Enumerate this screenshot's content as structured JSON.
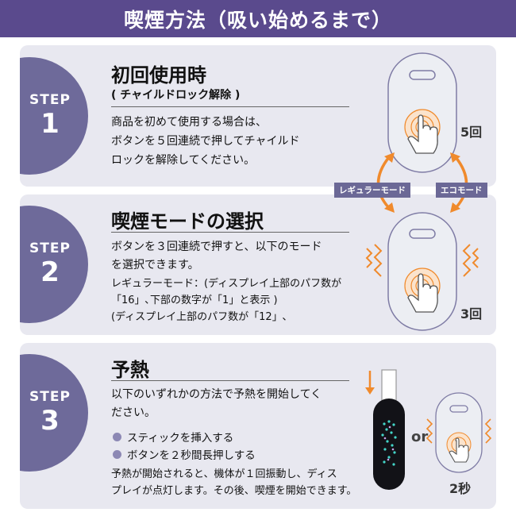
{
  "header": {
    "title": "喫煙方法（吸い始めるまで）"
  },
  "steps": [
    {
      "word": "STEP",
      "num": "1",
      "title": "初回使用時",
      "subtitle": "( チャイルドロック解除 )",
      "lines": [
        "商品を初めて使用する場合は、",
        "ボタンを５回連続で押してチャイルド",
        "ロックを解除してください。"
      ],
      "count": "5回"
    },
    {
      "word": "STEP",
      "num": "2",
      "title": "喫煙モードの選択",
      "lines": [
        "ボタンを３回連続で押すと、以下のモード",
        "を選択できます。"
      ],
      "notes": [
        "レギュラーモード：(ディスプレイ上部のパフ数が",
        "「16」､下部の数字が「1」と表示 )",
        "(ディスプレイ上部のパフ数が「12」､"
      ],
      "count": "3回"
    },
    {
      "word": "STEP",
      "num": "3",
      "title": "予熱",
      "lines": [
        "以下のいずれかの方法で予熱を開始してく",
        "ださい。"
      ],
      "bullets": [
        "スティックを挿入する",
        "ボタンを２秒間長押しする"
      ],
      "notes": [
        "予熱が開始されると、機体が１回振動し、ディス",
        "プレイが点灯します。その後、喫煙を開始できます。"
      ],
      "or": "or",
      "count": "2秒"
    }
  ],
  "modes": {
    "regular": "レギュラーモード",
    "eco": "エコモード"
  },
  "colors": {
    "header": "#5a4a8d",
    "circle": "#6e6a9a",
    "orange": "#f08a2c",
    "panel": "#e8e8f0"
  }
}
